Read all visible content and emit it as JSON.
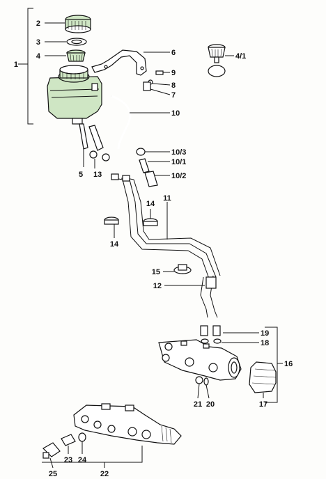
{
  "labels": {
    "l1": "1",
    "l2": "2",
    "l3": "3",
    "l4": "4",
    "l4_1": "4/1",
    "l5": "5",
    "l6": "6",
    "l7": "7",
    "l8": "8",
    "l9": "9",
    "l10": "10",
    "l10_1": "10/1",
    "l10_2": "10/2",
    "l10_3": "10/3",
    "l11": "11",
    "l12": "12",
    "l13": "13",
    "l14a": "14",
    "l14b": "14",
    "l15": "15",
    "l16": "16",
    "l17": "17",
    "l18": "18",
    "l19": "19",
    "l20": "20",
    "l21": "21",
    "l22": "22",
    "l23": "23",
    "l24": "24",
    "l25": "25"
  },
  "colors": {
    "reservoir": "#cfe6c4",
    "ink": "#111111",
    "paper": "#fdfdfb"
  }
}
